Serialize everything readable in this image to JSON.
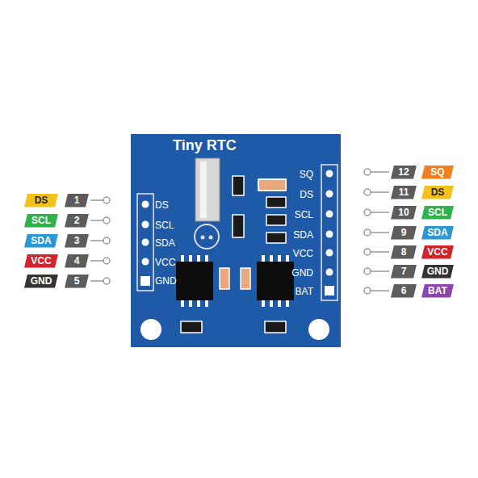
{
  "diagram": {
    "nodes": [
      {
        "text": [
          "Tiny RTC"
        ]
      },
      {
        "text": [
          "DS"
        ]
      },
      {
        "text": [
          "1"
        ]
      },
      {
        "text": [
          "SCL"
        ]
      },
      {
        "text": [
          "2"
        ]
      },
      {
        "text": [
          "SDA"
        ]
      },
      {
        "text": [
          "3"
        ]
      },
      {
        "text": [
          "VCC"
        ]
      },
      {
        "text": [
          "4"
        ]
      },
      {
        "text": [
          "GND"
        ]
      },
      {
        "text": [
          "5"
        ]
      },
      {
        "text": [
          "12"
        ]
      },
      {
        "text": [
          "SQ"
        ]
      },
      {
        "text": [
          "11"
        ]
      },
      {
        "text": [
          "DS"
        ]
      },
      {
        "text": [
          "10"
        ]
      },
      {
        "text": [
          "SCL"
        ]
      },
      {
        "text": [
          "9"
        ]
      },
      {
        "text": [
          "SDA"
        ]
      },
      {
        "text": [
          "8"
        ]
      },
      {
        "text": [
          "VCC"
        ]
      },
      {
        "text": [
          "7"
        ]
      },
      {
        "text": [
          "GND"
        ]
      },
      {
        "text": [
          "6"
        ]
      },
      {
        "text": [
          "BAT"
        ]
      }
    ],
    "labels": [
      "DS",
      "SCL",
      "SDA",
      "VCC",
      "GND",
      "SQ",
      "DS",
      "SCL",
      "SDA",
      "VCC",
      "GND",
      "BAT"
    ]
  }
}
